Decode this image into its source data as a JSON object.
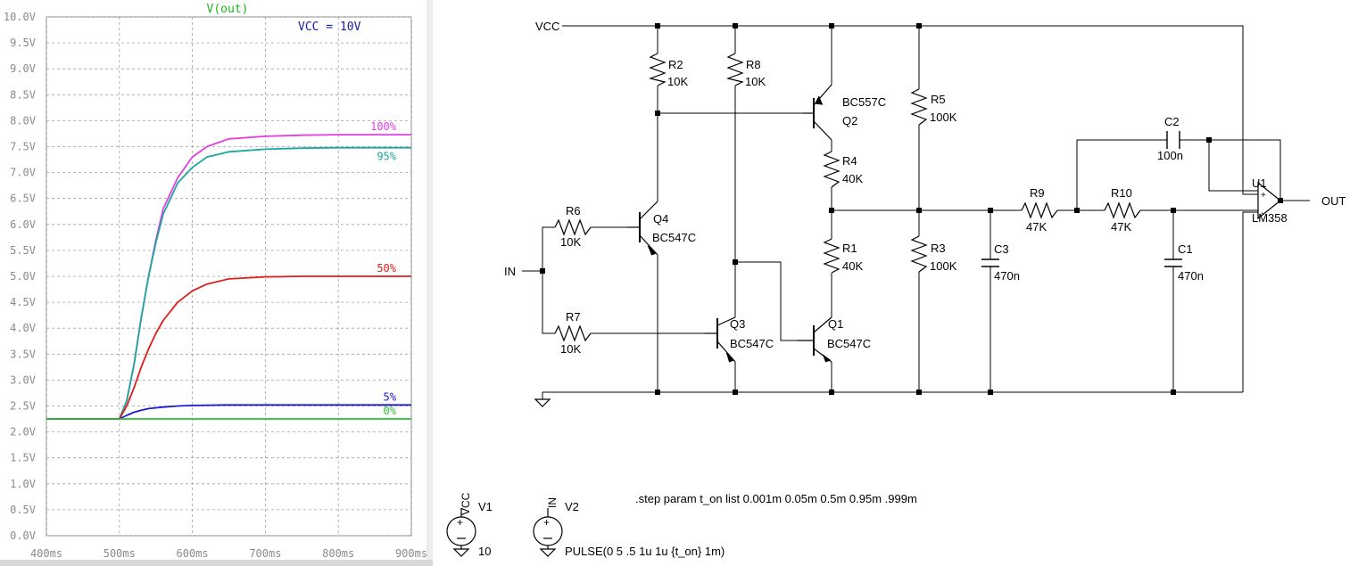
{
  "plot": {
    "title": "V(out)",
    "annotation": "VCC = 10V",
    "colors": {
      "title": "#1db51d",
      "annotation": "#1a1aa8",
      "grid": "#a0a0a0",
      "ticks": "#8a8a8a"
    }
  },
  "chart_data": {
    "type": "line",
    "title": "V(out)",
    "xlabel": "",
    "ylabel": "",
    "xlim_ms": [
      400,
      900
    ],
    "ylim_V": [
      0,
      10
    ],
    "grid": true,
    "x_tick_labels": [
      "400ms",
      "500ms",
      "600ms",
      "700ms",
      "800ms",
      "900ms"
    ],
    "y_tick_labels": [
      "0.0V",
      "0.5V",
      "1.0V",
      "1.5V",
      "2.0V",
      "2.5V",
      "3.0V",
      "3.5V",
      "4.0V",
      "4.5V",
      "5.0V",
      "5.5V",
      "6.0V",
      "6.5V",
      "7.0V",
      "7.5V",
      "8.0V",
      "8.5V",
      "9.0V",
      "9.5V",
      "10.0V"
    ],
    "series": [
      {
        "name": "100%",
        "color": "#e23ee2",
        "x": [
          400,
          500,
          510,
          520,
          530,
          540,
          550,
          560,
          580,
          600,
          620,
          650,
          700,
          750,
          800,
          900
        ],
        "y": [
          2.25,
          2.25,
          2.6,
          3.3,
          4.2,
          5.0,
          5.7,
          6.3,
          6.9,
          7.3,
          7.5,
          7.65,
          7.7,
          7.72,
          7.73,
          7.73
        ]
      },
      {
        "name": "95%",
        "color": "#19a8a0",
        "x": [
          400,
          500,
          510,
          520,
          530,
          540,
          550,
          560,
          580,
          600,
          620,
          650,
          700,
          750,
          800,
          900
        ],
        "y": [
          2.25,
          2.25,
          2.6,
          3.3,
          4.2,
          5.0,
          5.65,
          6.2,
          6.8,
          7.1,
          7.3,
          7.4,
          7.45,
          7.47,
          7.48,
          7.48
        ]
      },
      {
        "name": "50%",
        "color": "#e01c1c",
        "x": [
          400,
          500,
          510,
          520,
          530,
          540,
          550,
          560,
          580,
          600,
          620,
          650,
          700,
          750,
          800,
          900
        ],
        "y": [
          2.25,
          2.25,
          2.5,
          2.85,
          3.25,
          3.6,
          3.9,
          4.15,
          4.5,
          4.72,
          4.85,
          4.95,
          4.99,
          5.0,
          5.0,
          5.0
        ]
      },
      {
        "name": "5%",
        "color": "#1c1cd0",
        "x": [
          400,
          500,
          510,
          520,
          530,
          540,
          560,
          580,
          600,
          650,
          700,
          800,
          900
        ],
        "y": [
          2.25,
          2.25,
          2.32,
          2.38,
          2.42,
          2.45,
          2.48,
          2.5,
          2.51,
          2.52,
          2.52,
          2.52,
          2.52
        ]
      },
      {
        "name": "0%",
        "color": "#2ec02e",
        "x": [
          400,
          500,
          900
        ],
        "y": [
          2.25,
          2.25,
          2.25
        ]
      }
    ]
  },
  "schematic": {
    "labels": {
      "vcc_rail": "VCC",
      "in_port": "IN",
      "out_port": "OUT",
      "r2_name": "R2",
      "r2_value": "10K",
      "r8_name": "R8",
      "r8_value": "10K",
      "r5_name": "R5",
      "r5_value": "100K",
      "r4_name": "R4",
      "r4_value": "40K",
      "r1_name": "R1",
      "r1_value": "40K",
      "r3_name": "R3",
      "r3_value": "100K",
      "r6_name": "R6",
      "r6_value": "10K",
      "r7_name": "R7",
      "r7_value": "10K",
      "r9_name": "R9",
      "r9_value": "47K",
      "r10_name": "R10",
      "r10_value": "47K",
      "c1_name": "C1",
      "c1_value": "470n",
      "c2_name": "C2",
      "c2_value": "100n",
      "c3_name": "C3",
      "c3_value": "470n",
      "q1_name": "Q1",
      "q1_model": "BC547C",
      "q2_name": "Q2",
      "q2_model": "BC557C",
      "q3_name": "Q3",
      "q3_model": "BC547C",
      "q4_name": "Q4",
      "q4_model": "BC547C",
      "u1_name": "U1",
      "u1_model": "LM358",
      "v1_name": "V1",
      "v1_node": "VCC",
      "v1_value": "10",
      "v2_name": "V2",
      "v2_node": "IN",
      "v2_value": "PULSE(0 5 .5 1u 1u {t_on} 1m)",
      "opamp_plus": "+",
      "opamp_minus": "-",
      "step_directive": ".step param t_on list 0.001m 0.05m 0.5m 0.95m .999m"
    }
  }
}
